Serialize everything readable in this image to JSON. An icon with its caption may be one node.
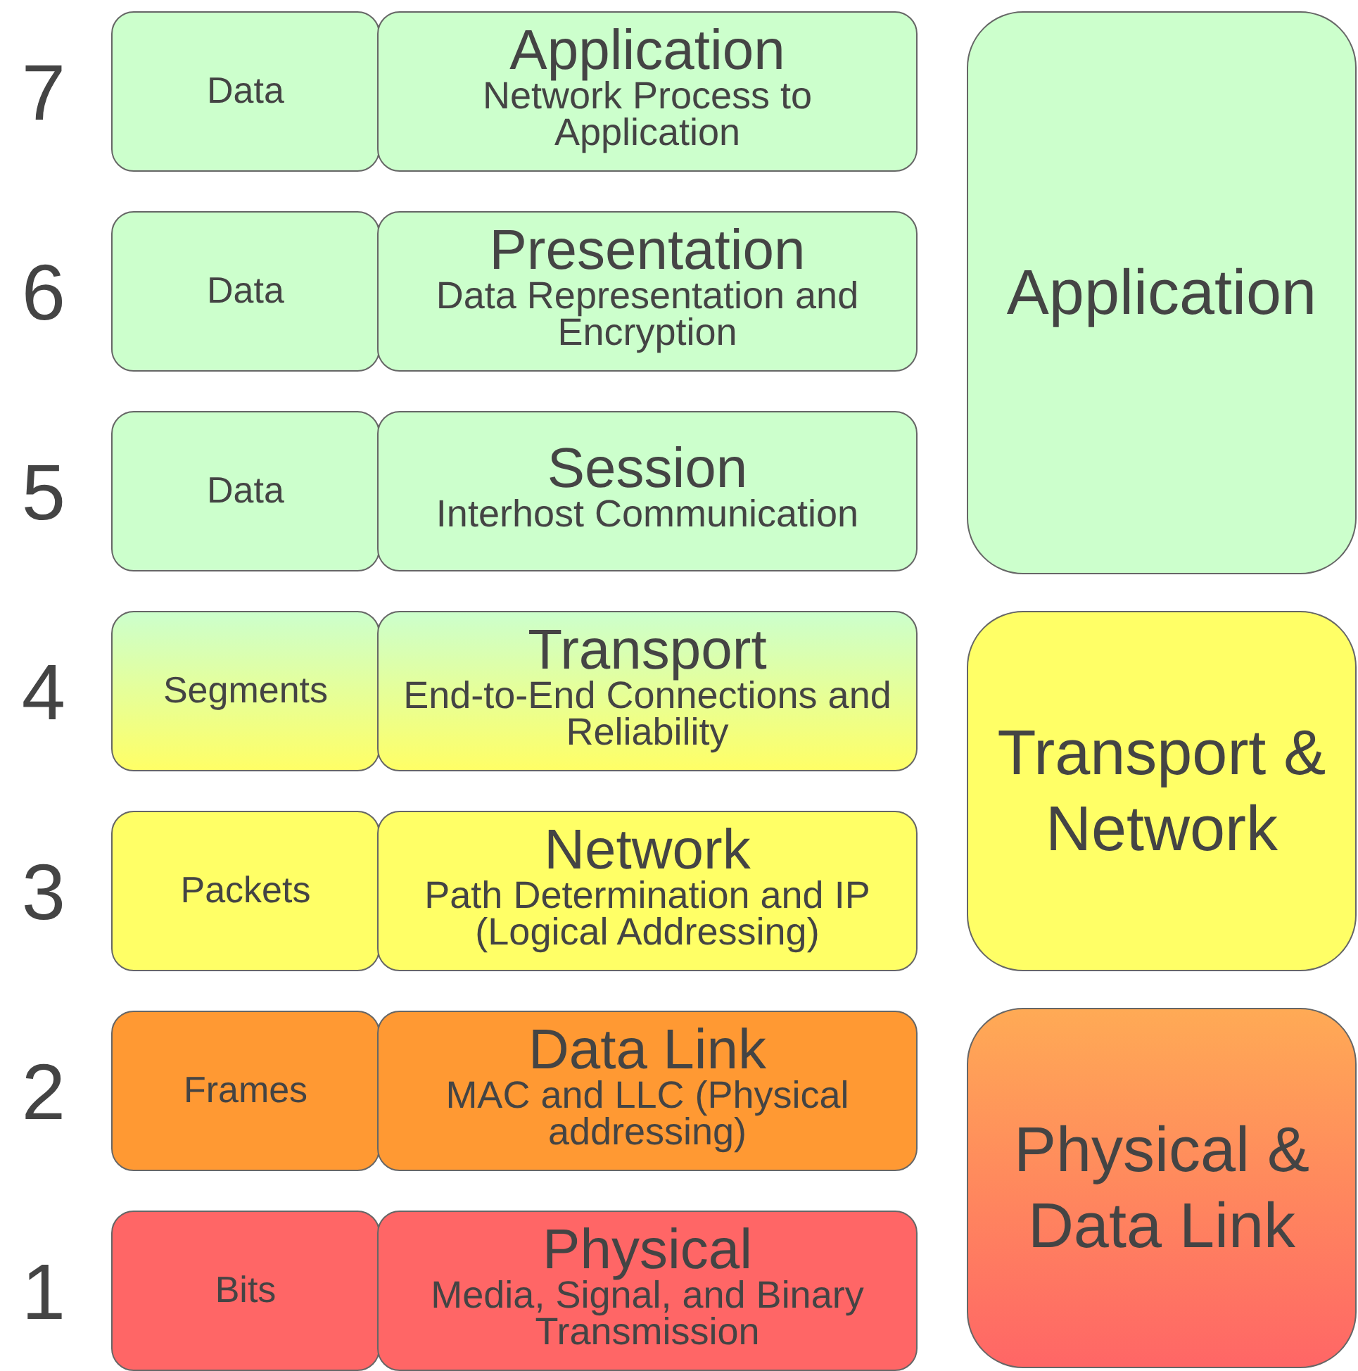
{
  "diagram": {
    "nodes": [
      {
        "text": [
          "Data"
        ]
      },
      {
        "text": [
          "Application",
          "Network Process to Application"
        ]
      },
      {
        "text": [
          "Data"
        ]
      },
      {
        "text": [
          "Presentation",
          "Data Representation and Encryption"
        ]
      },
      {
        "text": [
          "Data"
        ]
      },
      {
        "text": [
          "Session",
          "Interhost Communication"
        ]
      },
      {
        "text": [
          "Segments"
        ]
      },
      {
        "text": [
          "Transport",
          "End-to-End Connections and Reliability"
        ]
      },
      {
        "text": [
          "Packets"
        ]
      },
      {
        "text": [
          "Network",
          "Path Determination and IP (Logical Addressing)"
        ]
      },
      {
        "text": [
          "Frames"
        ]
      },
      {
        "text": [
          "Data Link",
          "MAC and LLC (Physical addressing)"
        ]
      },
      {
        "text": [
          "Bits"
        ]
      },
      {
        "text": [
          "Physical",
          "Media, Signal, and Binary Transmission"
        ]
      },
      {
        "text": [
          "Application"
        ]
      },
      {
        "text": [
          "Transport & Network"
        ]
      },
      {
        "text": [
          "Physical & Data Link"
        ]
      }
    ],
    "labels": [
      "7",
      "6",
      "5",
      "4",
      "3",
      "2",
      "1"
    ]
  }
}
